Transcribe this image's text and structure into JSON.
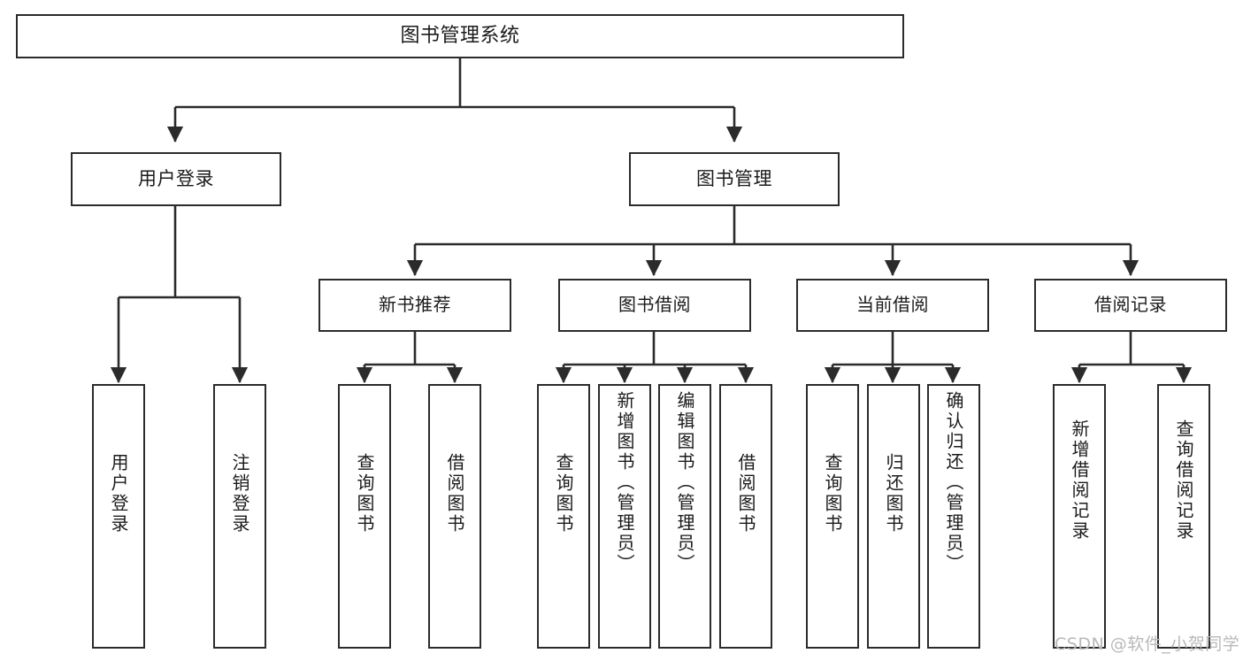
{
  "diagram": {
    "type": "tree-hierarchy",
    "title": "图书管理系统",
    "stroke_color": "#2b2b2b",
    "fill_color": "#ffffff",
    "text_color": "#1b1b1b",
    "root": {
      "label": "图书管理系统"
    },
    "level1": [
      {
        "label": "用户登录"
      },
      {
        "label": "图书管理"
      }
    ],
    "level2": [
      {
        "label": "新书推荐"
      },
      {
        "label": "图书借阅"
      },
      {
        "label": "当前借阅"
      },
      {
        "label": "借阅记录"
      }
    ],
    "leaves": {
      "user_login": [
        {
          "label": "用户登录"
        },
        {
          "label": "注销登录"
        }
      ],
      "new_book_recommend": [
        {
          "label": "查询图书"
        },
        {
          "label": "借阅图书"
        }
      ],
      "book_borrow": [
        {
          "label": "查询图书"
        },
        {
          "label": "新增图书（管理员）"
        },
        {
          "label": "编辑图书（管理员）"
        },
        {
          "label": "借阅图书"
        }
      ],
      "current_borrow": [
        {
          "label": "查询图书"
        },
        {
          "label": "归还图书"
        },
        {
          "label": "确认归还（管理员）"
        }
      ],
      "borrow_record": [
        {
          "label": "新增借阅记录"
        },
        {
          "label": "查询借阅记录"
        }
      ]
    }
  },
  "watermark": {
    "text": "CSDN @软件_小贺同学",
    "color": "#b9b9b9"
  }
}
